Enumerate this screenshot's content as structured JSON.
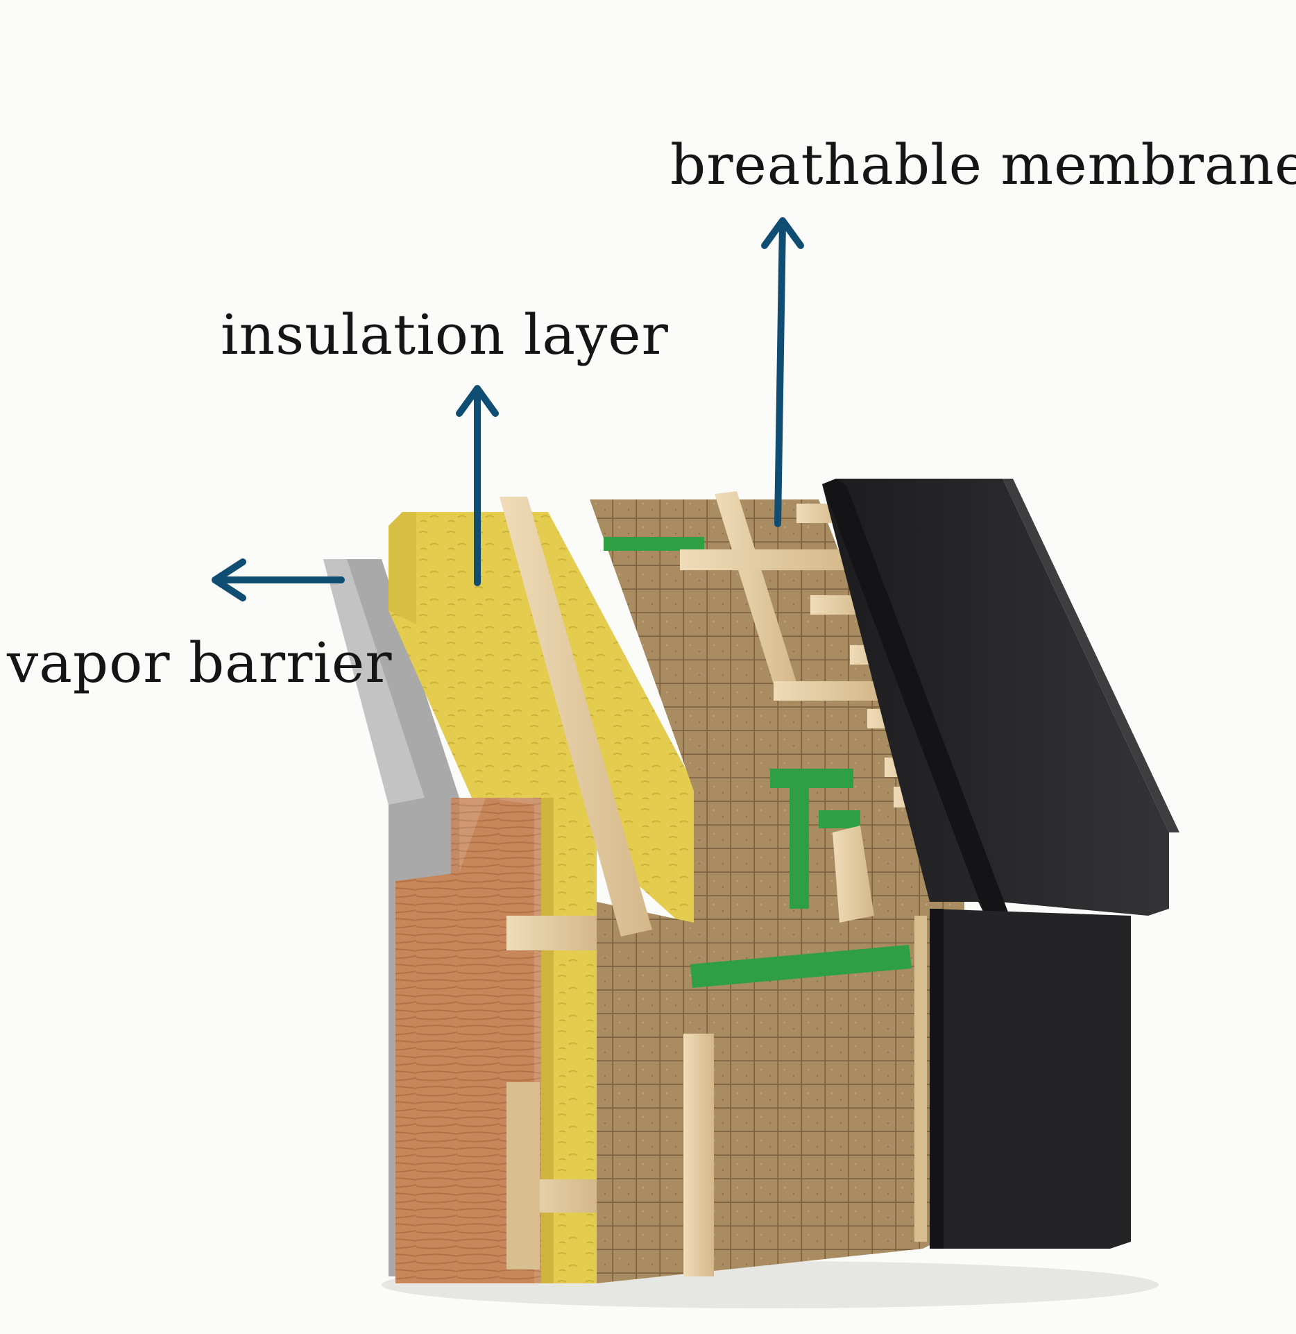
{
  "labels": {
    "breathable_membrane": "breathable membrane",
    "insulation_layer": "insulation layer",
    "vapor_barrier": "vapor barrier"
  },
  "colors": {
    "background": "#fbfbf9",
    "arrow": "#0f4d72",
    "label_text": "#151515",
    "vapor_barrier": "#a9a9a9",
    "insulation": "#e3cc4e",
    "membrane_board": "#a98c61",
    "tape": "#2ea043",
    "timber": "#e2c9a0",
    "roof": "#2a2a2c",
    "wood_panel": "#c8875a"
  }
}
